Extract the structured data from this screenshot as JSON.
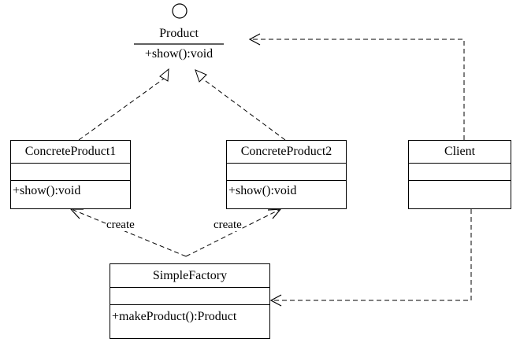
{
  "diagram": {
    "interface": {
      "name": "Product",
      "operation": "+show():void"
    },
    "classes": {
      "concrete_product_1": {
        "name": "ConcreteProduct1",
        "operation": "+show():void"
      },
      "concrete_product_2": {
        "name": "ConcreteProduct2",
        "operation": "+show():void"
      },
      "client": {
        "name": "Client",
        "operation": ""
      },
      "simple_factory": {
        "name": "SimpleFactory",
        "operation": "+makeProduct():Product"
      }
    },
    "relations": {
      "create_left_label": "create",
      "create_right_label": "create"
    }
  }
}
